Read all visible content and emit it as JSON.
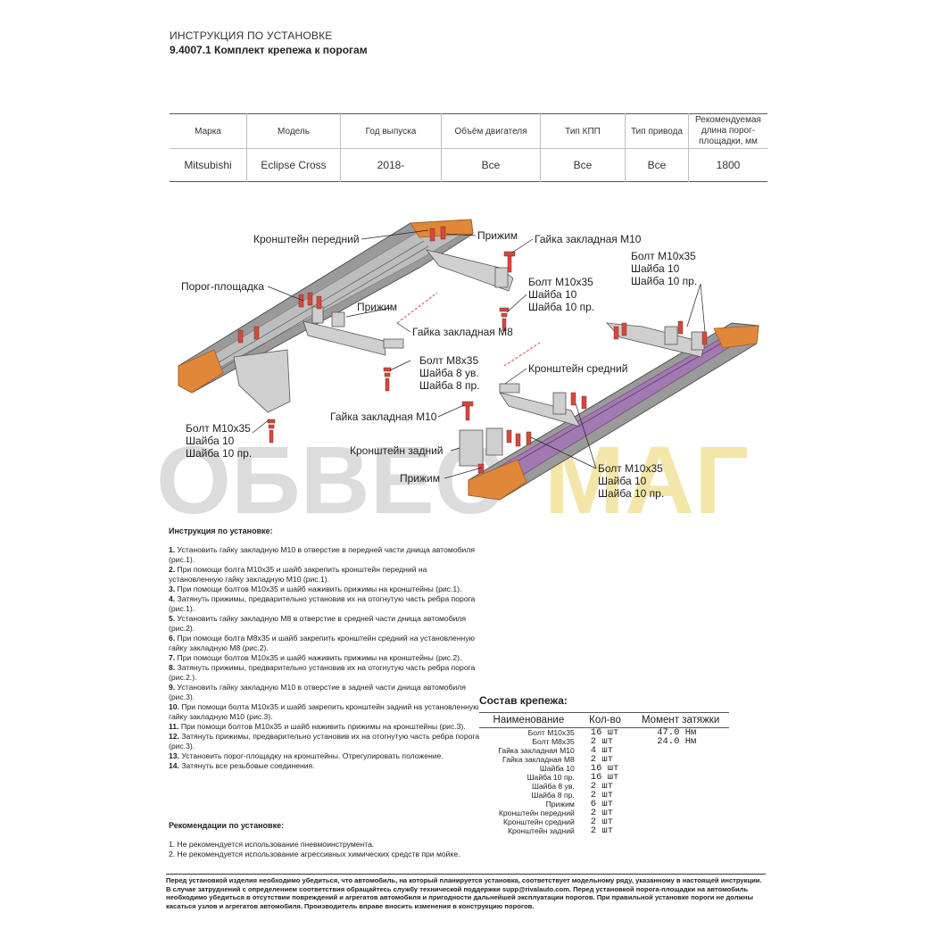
{
  "header": {
    "section": "ИНСТРУКЦИЯ ПО УСТАНОВКЕ",
    "title": "9.4007.1 Комплект крепежа к порогам"
  },
  "spec_table": {
    "headers": [
      "Марка",
      "Модель",
      "Год выпуска",
      "Объём двигателя",
      "Тип КПП",
      "Тип привода",
      "Рекомендуемая длина порог-площадки, мм"
    ],
    "row": [
      "Mitsubishi",
      "Eclipse Cross",
      "2018-",
      "Все",
      "Все",
      "Все",
      "1800"
    ]
  },
  "diagram": {
    "watermark": {
      "part1": "ОБВЕС",
      "part2": "МАГ"
    },
    "labels": {
      "front_bracket": "Кронштейн передний",
      "clamp_top": "Прижим",
      "nut_m10_top": "Гайка закладная М10",
      "sill": "Порог-площадка",
      "bolt_m10_top": "Болт М10х35",
      "washer10_top": "Шайба 10",
      "washer10pr_top": "Шайба 10 пр.",
      "bolt_m10_right": "Болт М10х35",
      "washer10_right": "Шайба 10",
      "washer10pr_right": "Шайба 10 пр.",
      "clamp_mid": "Прижим",
      "nut_m8": "Гайка закладная М8",
      "bolt_m8": "Болт М8х35",
      "washer8uv": "Шайба 8 ув.",
      "washer8pr": "Шайба 8 пр.",
      "mid_bracket": "Кронштейн средний",
      "bolt_m10_left": "Болт М10х35",
      "washer10_left": "Шайба 10",
      "washer10pr_left": "Шайба 10 пр.",
      "nut_m10_bottom": "Гайка закладная М10",
      "rear_bracket": "Кронштейн задний",
      "clamp_bottom": "Прижим",
      "bolt_m10_bottom": "Болт М10х35",
      "washer10_bottom": "Шайба 10",
      "washer10pr_bottom": "Шайба 10 пр."
    }
  },
  "instructions": {
    "title": "Инструкция по установке:",
    "steps": [
      {
        "n": "1.",
        "text": " Установить гайку закладную М10 в отверстие в передней части днища автомобиля (рис.1)."
      },
      {
        "n": "2.",
        "text": " При помощи болта М10х35 и шайб закрепить кронштейн передний на установленную гайку закладную М10 (рис.1)."
      },
      {
        "n": "3.",
        "text": " При помощи болтов М10х35 и шайб наживить прижимы на кронштейны (рис.1)."
      },
      {
        "n": "4.",
        "text": " Затянуть прижимы, предварительно установив их на отогнутую часть ребра порога (рис.1)."
      },
      {
        "n": "5.",
        "text": " Установить гайку закладную М8 в отверстие в средней части днища автомобиля (рис.2)."
      },
      {
        "n": "6.",
        "text": " При помощи болта М8х35 и шайб закрепить кронштейн средний на установленную гайку закладную М8 (рис.2)."
      },
      {
        "n": "7.",
        "text": " При помощи болтов М10х35 и шайб наживить прижимы на кронштейны (рис.2)."
      },
      {
        "n": "8.",
        "text": " Затянуть прижимы, предварительно установив их на отогнутую часть ребра порога (рис.2.)."
      },
      {
        "n": "9.",
        "text": " Установить гайку закладную М10 в отверстие в задней части днища автомобиля (рис.3)."
      },
      {
        "n": "10.",
        "text": " При помощи болта М10х35 и шайб закрепить кронштейн задний на установленную гайку закладную М10 (рис.3)."
      },
      {
        "n": "11.",
        "text": " При помощи болтов М10х35 и шайб наживить прижимы на кронштейны (рис.3)."
      },
      {
        "n": "12.",
        "text": " Затянуть прижимы, предварительно установив их на отогнутую часть ребра порога (рис.3)."
      },
      {
        "n": "13.",
        "text": " Установить порог-площадку на кронштейны. Отрегулировать положение."
      },
      {
        "n": "14.",
        "text": " Затянуть все резьбовые соединения."
      }
    ]
  },
  "recommendations": {
    "title": "Рекомендации по установке:",
    "items": [
      "1. Не рекомендуется использование пневмоинструмента.",
      "2. Не рекомендуется использование агрессивных химических средств при мойке."
    ]
  },
  "fasteners": {
    "title": "Состав крепежа:",
    "headers": [
      "Наименование",
      "Кол-во",
      "Момент затяжки"
    ],
    "rows": [
      [
        "Болт М10х35",
        "16 шт",
        "47.0 Нм"
      ],
      [
        "Болт М8х35",
        "2 шт",
        "24.0 Нм"
      ],
      [
        "Гайка закладная М10",
        "4 шт",
        ""
      ],
      [
        "Гайка закладная М8",
        "2 шт",
        ""
      ],
      [
        "Шайба 10",
        "16 шт",
        ""
      ],
      [
        "Шайба 10 пр.",
        "16 шт",
        ""
      ],
      [
        "Шайба 8 ув.",
        "2 шт",
        ""
      ],
      [
        "Шайба 8 пр.",
        "2 шт",
        ""
      ],
      [
        "Прижим",
        "6 шт",
        ""
      ],
      [
        "Кронштейн передний",
        "2 шт",
        ""
      ],
      [
        "Кронштейн средний",
        "2 шт",
        ""
      ],
      [
        "Кронштейн задний",
        "2 шт",
        ""
      ]
    ]
  },
  "footer": {
    "text": "Перед установкой изделия необходимо убедиться, что автомобиль, на который планируется установка, соответствует модельному ряду, указанному в настоящей инструкции. В случае затруднений с определением соответствия обращайтесь службу технической поддержки supp@rivalauto.com. Перед установкой порога-площадки на автомобиль необходимо убедиться в отсутствии повреждений и агрегатов автомобиля и пригодности дальнейшей эксплуатации порогов. При правильной установке пороги не должны касаться узлов и агрегатов автомобиля. Производитель вправе вносить изменения в конструкцию порогов."
  },
  "colors": {
    "accent_orange": "#e0873a",
    "fastener_red": "#d24a3c",
    "sill_purple": "#8a4a9a",
    "watermark_gray": "#d9d9d9",
    "watermark_yellow": "#f3e3a0"
  }
}
